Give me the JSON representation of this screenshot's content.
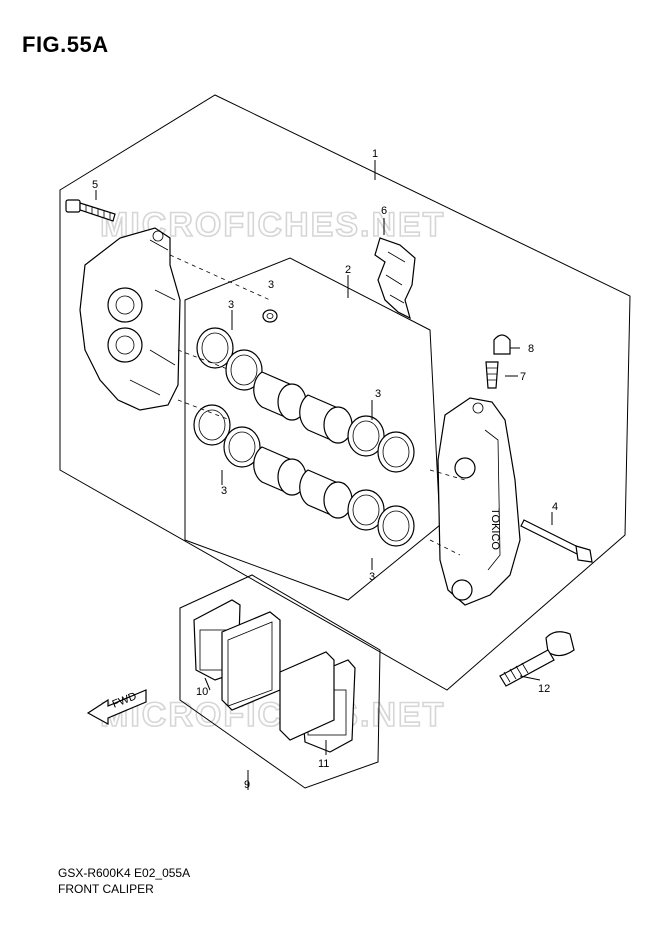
{
  "figure": {
    "title": "FIG.55A"
  },
  "watermarks": [
    "MICROFICHES.NET",
    "MICROFICHES.NET"
  ],
  "callouts": [
    {
      "id": "c1",
      "label": "1"
    },
    {
      "id": "c2",
      "label": "2"
    },
    {
      "id": "c3a",
      "label": "3"
    },
    {
      "id": "c3b",
      "label": "3"
    },
    {
      "id": "c3c",
      "label": "3"
    },
    {
      "id": "c3d",
      "label": "3"
    },
    {
      "id": "c3e",
      "label": "3"
    },
    {
      "id": "c4",
      "label": "4"
    },
    {
      "id": "c5",
      "label": "5"
    },
    {
      "id": "c6",
      "label": "6"
    },
    {
      "id": "c7",
      "label": "7"
    },
    {
      "id": "c8",
      "label": "8"
    },
    {
      "id": "c9",
      "label": "9"
    },
    {
      "id": "c10",
      "label": "10"
    },
    {
      "id": "c11",
      "label": "11"
    },
    {
      "id": "c12",
      "label": "12"
    }
  ],
  "caliper_brand": "TOKICO",
  "direction_arrow": "FWD",
  "footer": {
    "code": "GSX-R600K4 E02_055A",
    "name": "FRONT CALIPER"
  }
}
